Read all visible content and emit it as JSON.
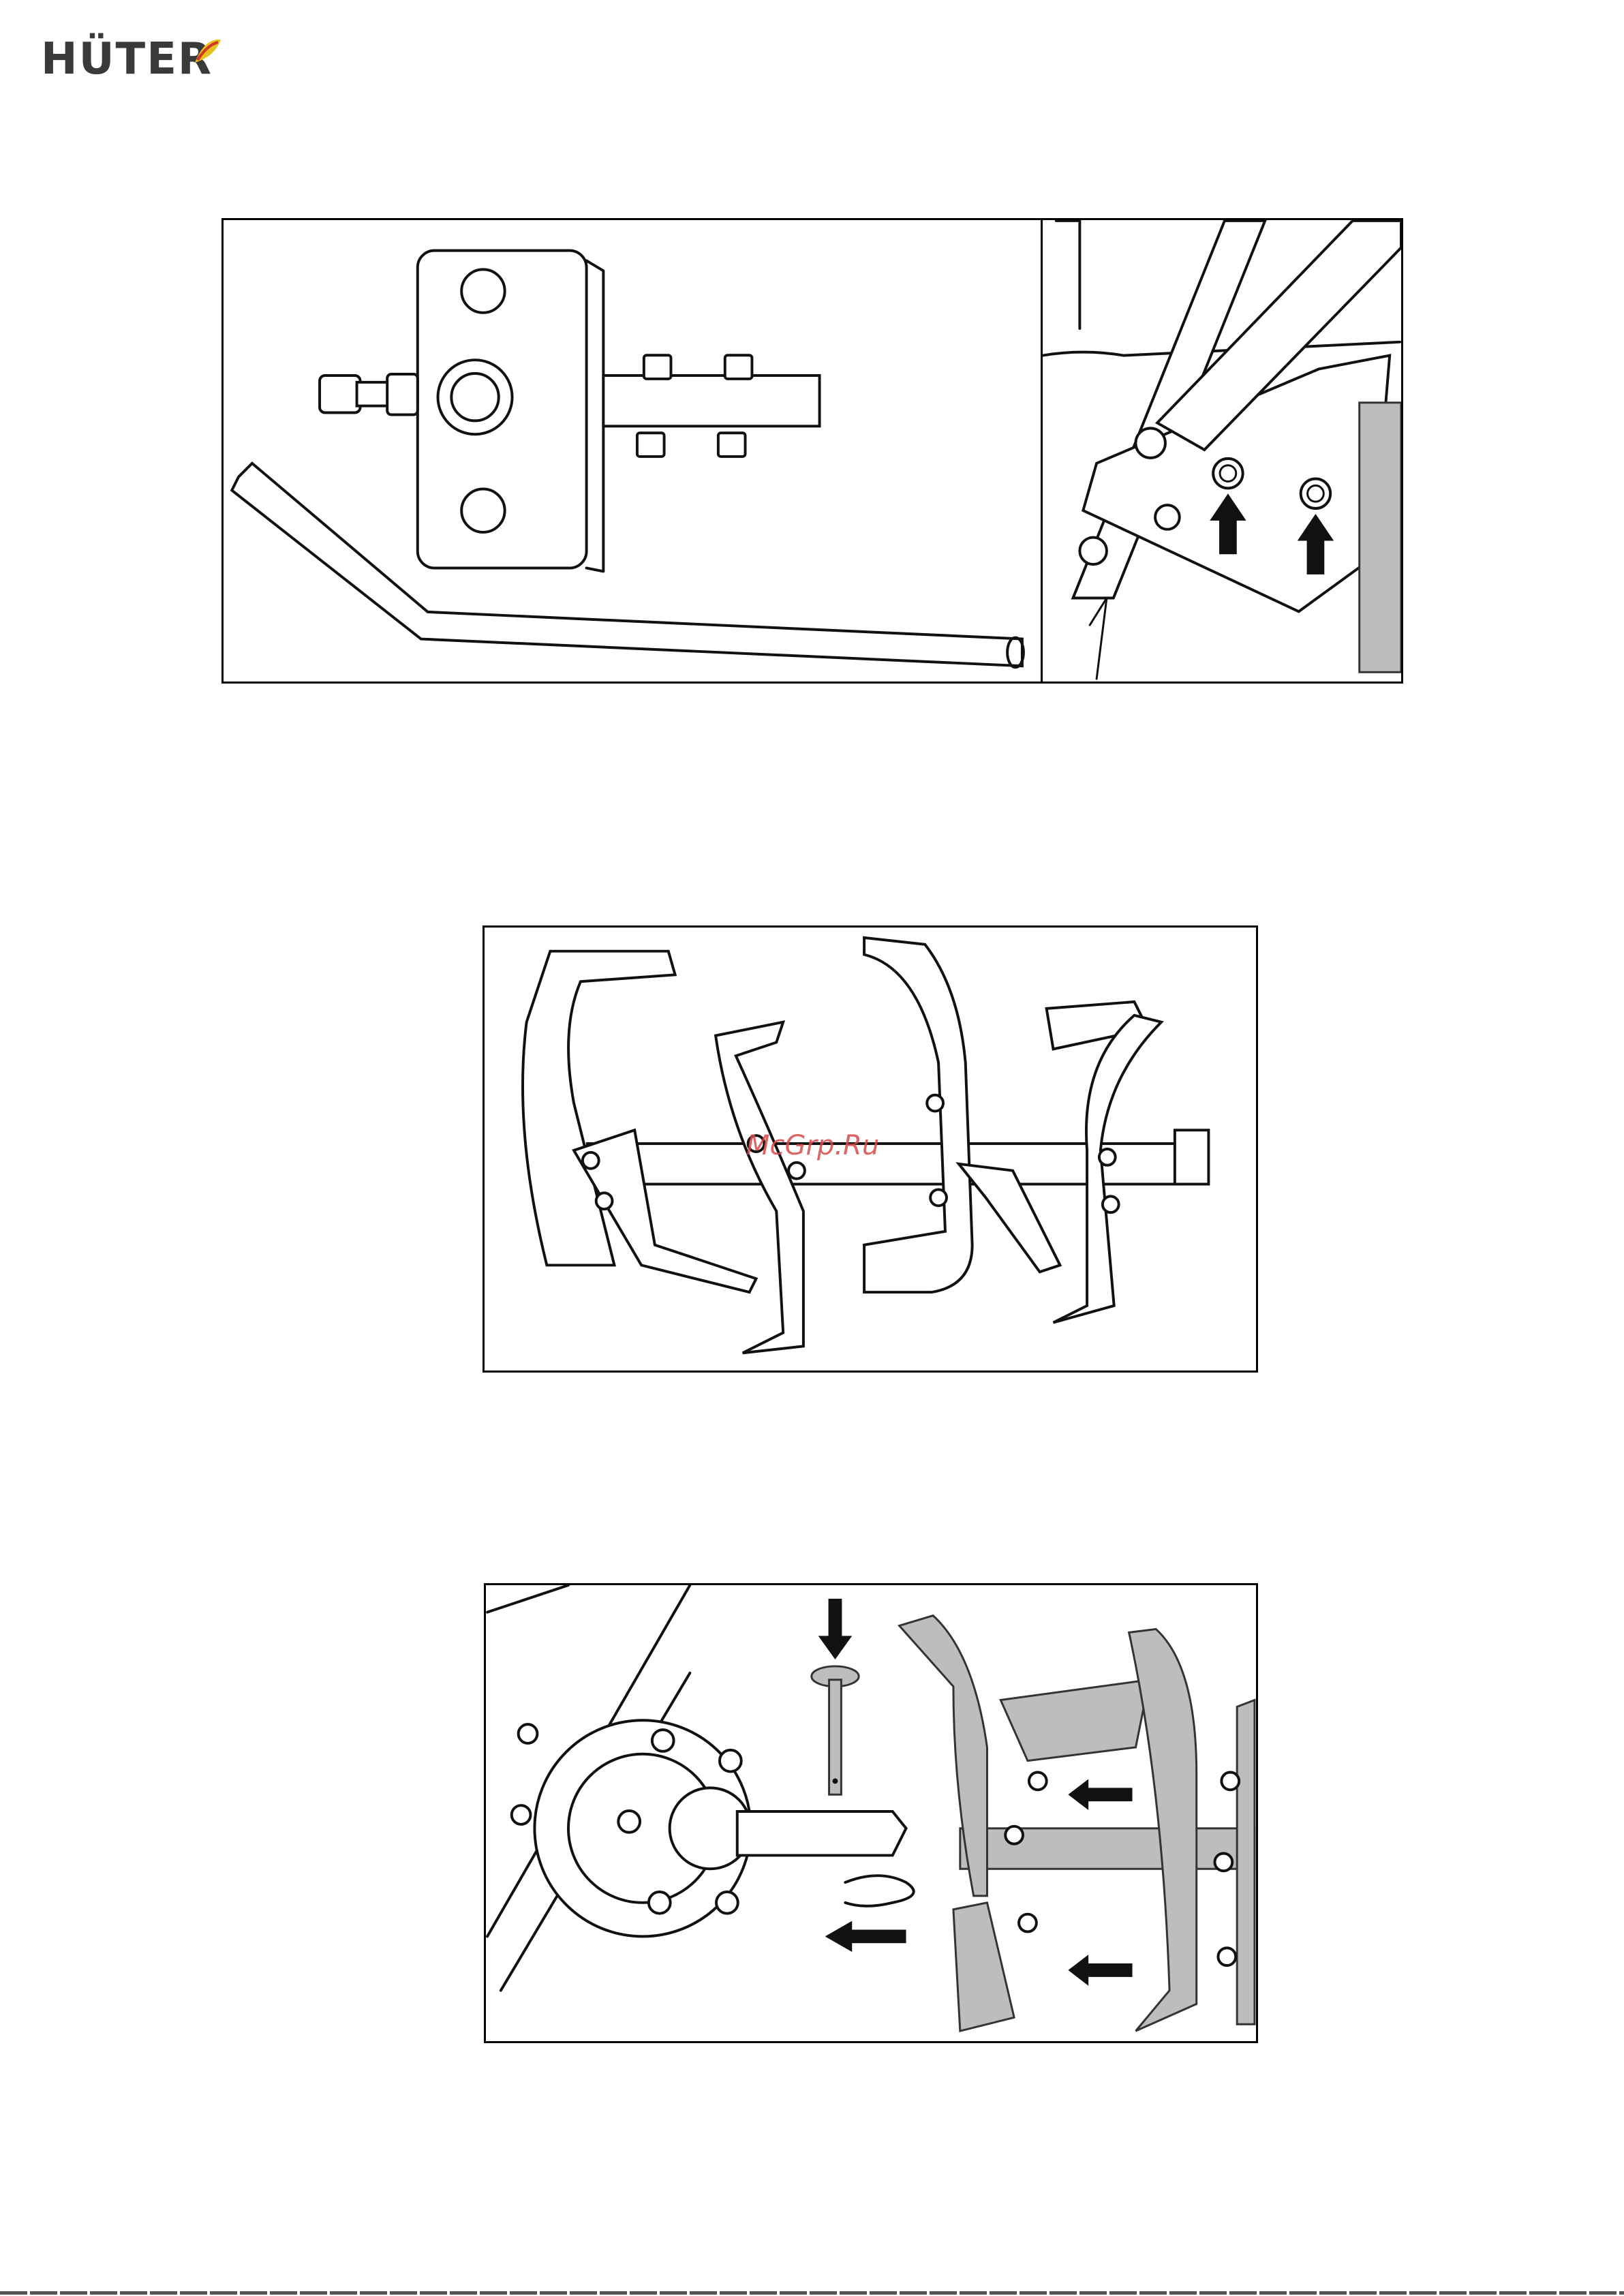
{
  "header": {
    "brand_name": "HÜTER"
  },
  "figures": {
    "fig1a": {
      "icon": "wheel-bracket-and-handle-drawing"
    },
    "fig1b": {
      "icon": "frame-bolts-with-arrows-drawing"
    },
    "fig2": {
      "icon": "tiller-cutters-assembly-drawing"
    },
    "fig3": {
      "icon": "cutter-mounting-on-shaft-drawing"
    }
  },
  "watermark": {
    "text": "McGrp.Ru"
  },
  "colors": {
    "outline": "#111111",
    "part_grey": "#bdbdbd",
    "watermark": "#d84a4a",
    "logo": "#3a3a3a"
  }
}
